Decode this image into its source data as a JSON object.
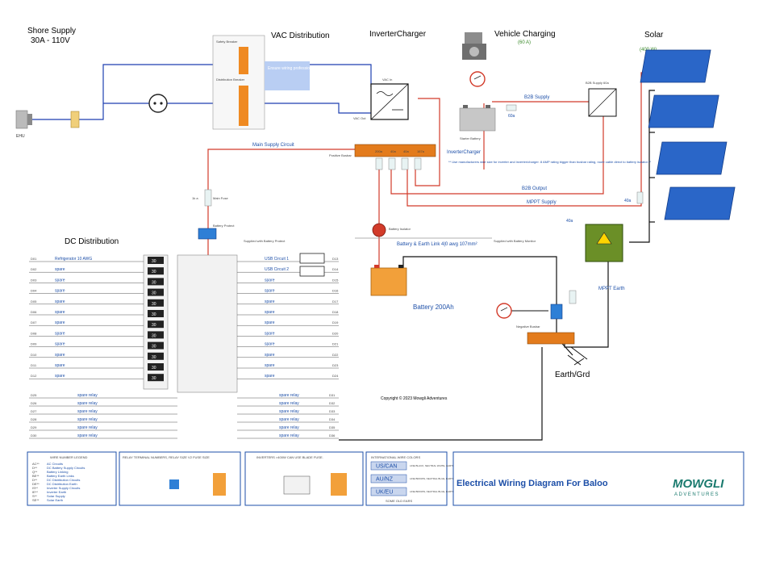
{
  "sections": {
    "shore_supply": {
      "line1": "Shore Supply",
      "line2": "30A - 110V"
    },
    "vac_distribution": "VAC Distribution",
    "inverter_charger": "InverterCharger",
    "vehicle_charging": {
      "title": "Vehicle Charging",
      "amps": "(60 A)"
    },
    "solar": {
      "title": "Solar",
      "watts": "(400 W)"
    },
    "dc_distribution": "DC Distribution"
  },
  "labels": {
    "ehu": "EHU",
    "vac_in": "VAC In",
    "vac_out": "VAC Out",
    "starter_battery": "Starter Battery",
    "b2b_supply": "B2B Supply",
    "b2b_supply_60a": "B2B Supply 60a",
    "b2b_output": "B2B Output",
    "mppt_supply": "MPPT Supply",
    "main_supply_circuit": "Main Supply Circuit",
    "positive_busbar": "Positive Busbar",
    "inverter_charger_fuse": "InverterCharger",
    "fuse_note": "** Use manufacturers wire size for inverter and inverter/charger. 8 AMP rating bigger than busbar rating, route cable direct to battery isolator.**",
    "main_fuse": "Main Fuse",
    "main_fuse_rating": "1k a",
    "battery_protect": "Battery Protect",
    "supplied_with_battery_protect": "Supplied with Battery Protect",
    "battery_isolator": "Battery Isolator",
    "battery_earth_link": "Battery & Earth Link 4|0 awg 107mm²",
    "supplied_with_battery_monitor": "Supplied with Battery Monitor",
    "battery": "Battery 200Ah",
    "negative_busbar": "Negative Busbar",
    "earth_grd": "Earth/Grd",
    "mppt_earth": "MPPT Earth",
    "fuse_40a_1": "40a",
    "fuse_40a_2": "40a",
    "fuse_60a": "60a",
    "copyright": "Copyright © 2023 Mowgli Adventures",
    "usb_circuit_1": "USB Circuit 1",
    "usb_circuit_2": "USB Circuit 2",
    "fuse_ratings": [
      "200a",
      "40a",
      "40a",
      "167a"
    ],
    "breaker_safety": "Safety Breaker",
    "breaker_distribution": "Distribution Breaker",
    "note_box": "Ensure wiring professional reviews the AC circuits installs"
  },
  "dc_left_circuits": [
    {
      "code": "D01",
      "label": "Refrigerator 10 AWG"
    },
    {
      "code": "D02",
      "label": "spare"
    },
    {
      "code": "D03",
      "label": "spare"
    },
    {
      "code": "D04",
      "label": "spare"
    },
    {
      "code": "D05",
      "label": "spare"
    },
    {
      "code": "D06",
      "label": "spare"
    },
    {
      "code": "D07",
      "label": "spare"
    },
    {
      "code": "D08",
      "label": "spare"
    },
    {
      "code": "D09",
      "label": "spare"
    },
    {
      "code": "D10",
      "label": "spare"
    },
    {
      "code": "D11",
      "label": "spare"
    },
    {
      "code": "D12",
      "label": "spare"
    }
  ],
  "dc_right_circuits": [
    {
      "code": "D13",
      "label": "USB Circuit 1"
    },
    {
      "code": "D14",
      "label": "USB Circuit 2"
    },
    {
      "code": "D15",
      "label": "spare"
    },
    {
      "code": "D16",
      "label": "spare"
    },
    {
      "code": "D17",
      "label": "spare"
    },
    {
      "code": "D18",
      "label": "spare"
    },
    {
      "code": "D19",
      "label": "spare"
    },
    {
      "code": "D20",
      "label": "spare"
    },
    {
      "code": "D21",
      "label": "spare"
    },
    {
      "code": "D22",
      "label": "spare"
    },
    {
      "code": "D23",
      "label": "spare"
    },
    {
      "code": "D24",
      "label": "spare"
    }
  ],
  "relay_left": [
    {
      "code": "D25",
      "label": "spare relay"
    },
    {
      "code": "D26",
      "label": "spare relay"
    },
    {
      "code": "D27",
      "label": "spare relay"
    },
    {
      "code": "D28",
      "label": "spare relay"
    },
    {
      "code": "D29",
      "label": "spare relay"
    },
    {
      "code": "D30",
      "label": "spare relay"
    }
  ],
  "relay_right": [
    {
      "code": "D31",
      "label": "spare relay"
    },
    {
      "code": "D32",
      "label": "spare relay"
    },
    {
      "code": "D33",
      "label": "spare relay"
    },
    {
      "code": "D34",
      "label": "spare relay"
    },
    {
      "code": "D35",
      "label": "spare relay"
    },
    {
      "code": "D36",
      "label": "spare relay"
    }
  ],
  "fuse_block_left": [
    "30",
    "30",
    "30",
    "30",
    "30",
    "30",
    "30",
    "30",
    "30",
    "30",
    "30",
    "30"
  ],
  "legend": {
    "title": "WIRE NUMBER LEGEND",
    "rows": [
      {
        "code": "AC**",
        "desc": "AC Circuits"
      },
      {
        "code": "D**",
        "desc": "DC Battery Supply Circuits"
      },
      {
        "code": "Q**",
        "desc": "Battery Linking"
      },
      {
        "code": "BE**",
        "desc": "Battery Earth Links"
      },
      {
        "code": "D**",
        "desc": "DC Distribution Circuits"
      },
      {
        "code": "DE**",
        "desc": "DC Distribution Earth"
      },
      {
        "code": "IS**",
        "desc": "Inverter Supply Circuits"
      },
      {
        "code": "IE**",
        "desc": "Inverter Earth"
      },
      {
        "code": "S**",
        "desc": "Solar Supply"
      },
      {
        "code": "SE**",
        "desc": "Solar Earth"
      }
    ]
  },
  "relay_panel": {
    "title": "RELAY TERMINAL NUMBERS, RELAY SIZE V2 FUSE SIZE"
  },
  "inverter_panel": {
    "title": "INVERTERS >400W CAN USE BLADE FUSE."
  },
  "wire_colors": {
    "title": "INTERNATIONAL WIRE COLORS",
    "regions": [
      {
        "name": "US/CAN",
        "colors": "LINE BLACK, NEUTRAL WHITE, EARTH GREEN"
      },
      {
        "name": "AU/NZ",
        "colors": "LINE BROWN, NEUTRAL BLUE, EARTH GREEN-YELLOW"
      },
      {
        "name": "UK/EU",
        "colors": "LINE BROWN, NEUTRAL BLUE, EARTH GREEN-YELLOW"
      }
    ],
    "footer": "SOME OLD EARS"
  },
  "footer_title": "Electrical Wiring Diagram For Baloo",
  "brand": {
    "name": "MOWGLI",
    "tagline": "ADVENTURES"
  },
  "colors": {
    "ac_wire": "#1d3fb0",
    "dc_positive": "#d23b2a",
    "dc_negative": "#111111",
    "busbar": "#e37b1c",
    "solar_panel": "#2a66c8",
    "accent_blue": "#1d4fa8",
    "green_text": "#3a8a2a"
  }
}
